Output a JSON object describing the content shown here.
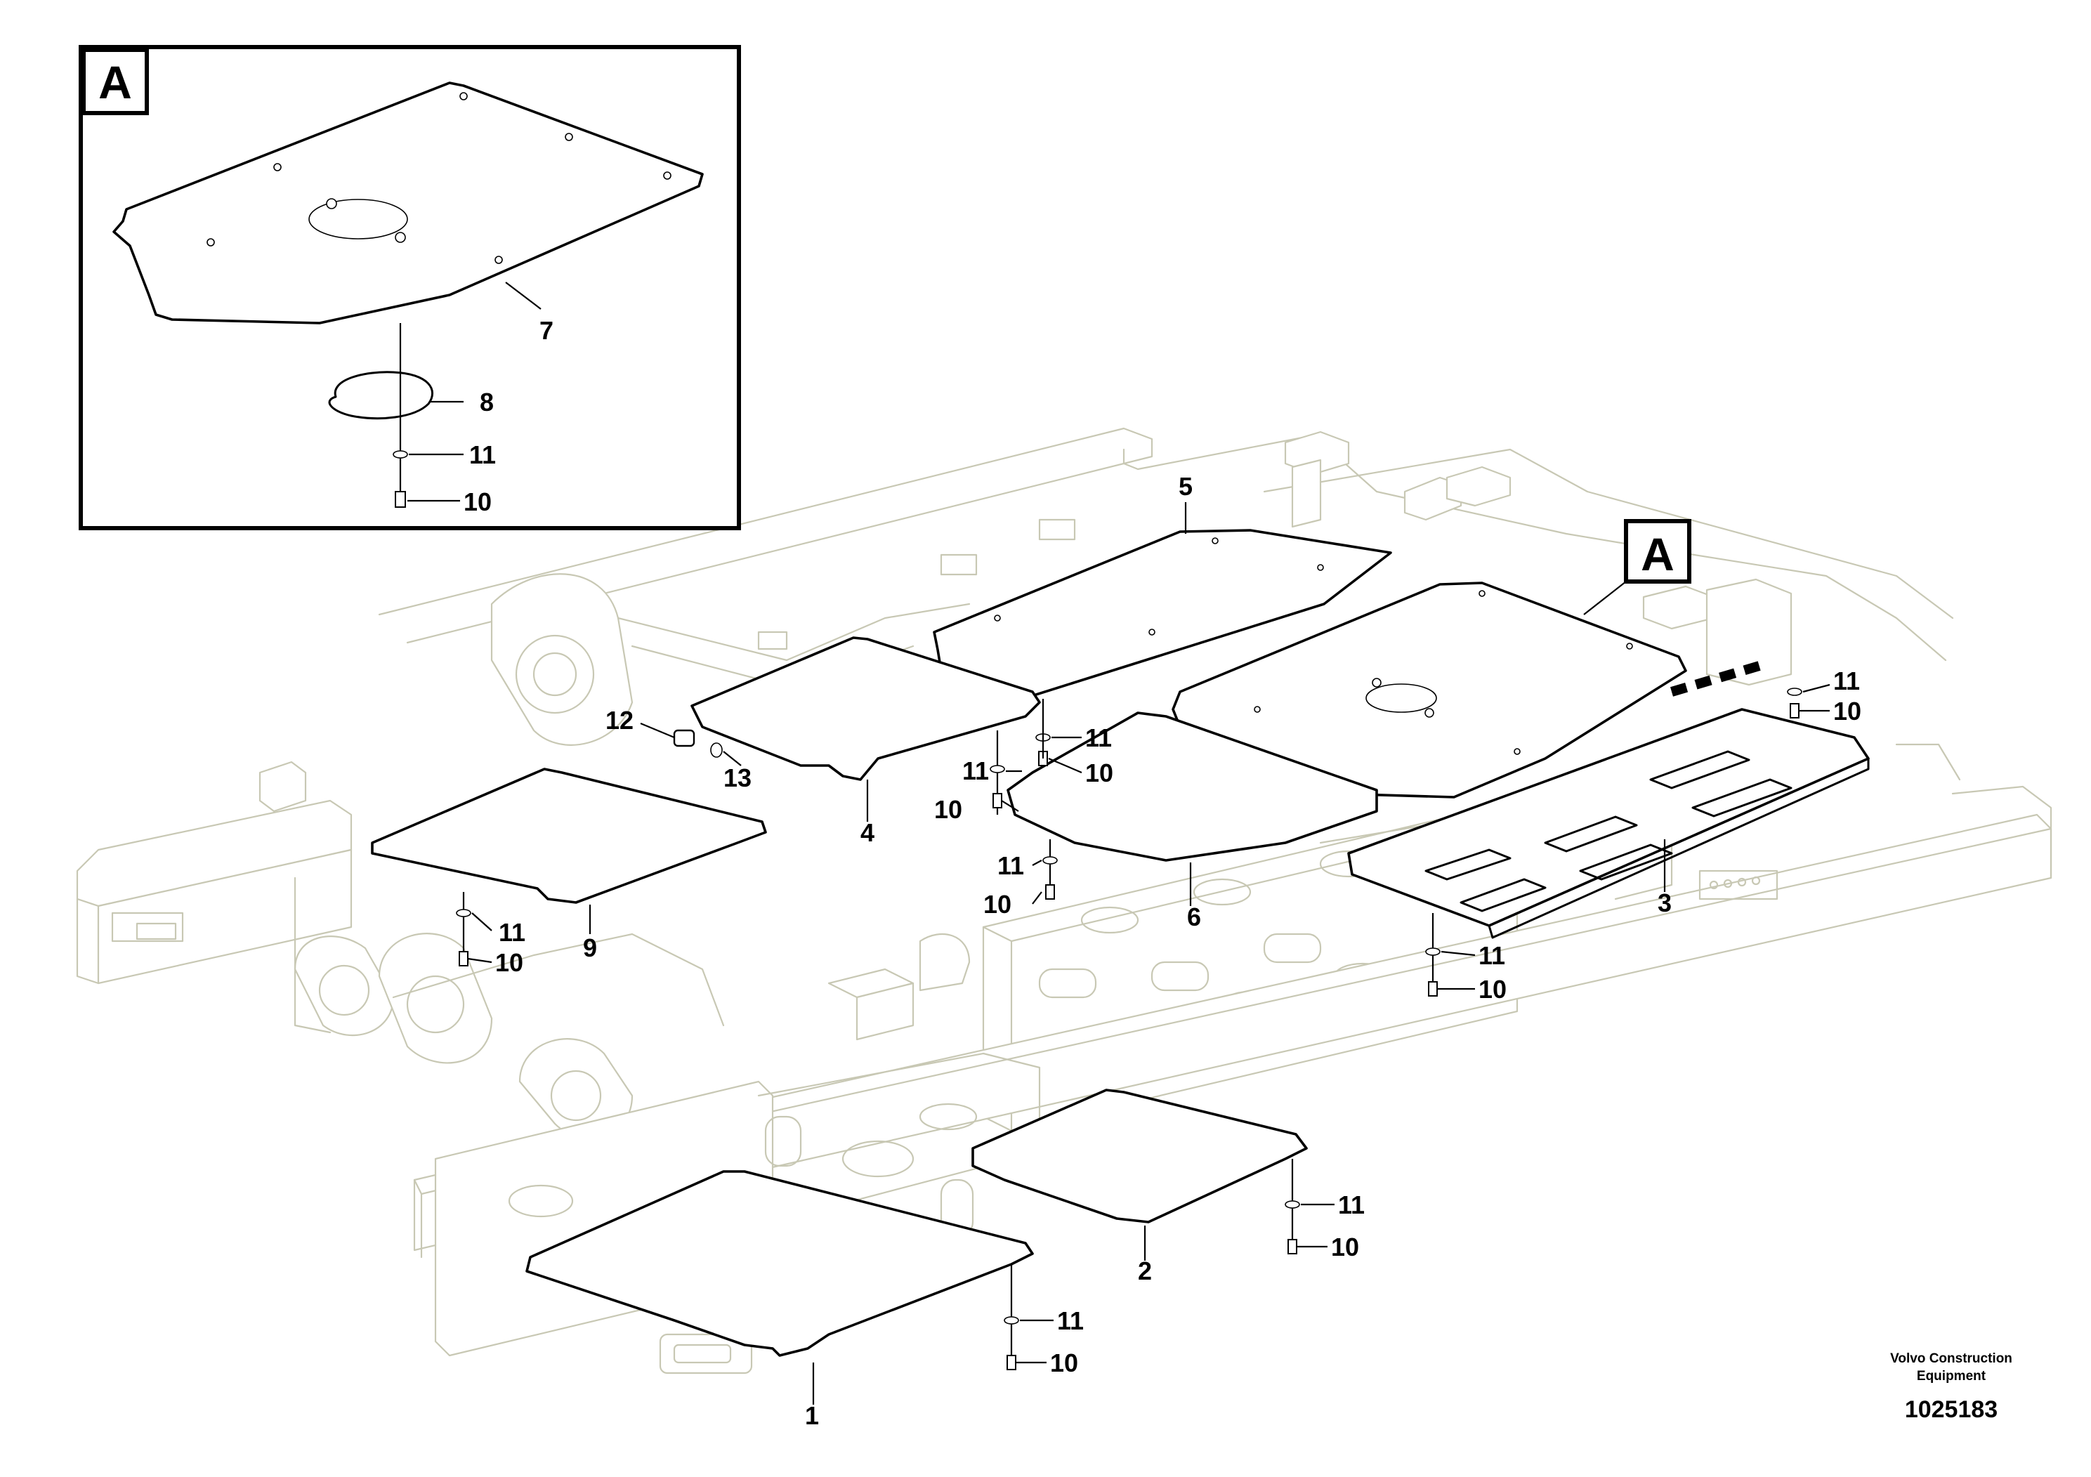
{
  "detail_view": {
    "letter": "A"
  },
  "detail_marker": {
    "letter": "A"
  },
  "callouts": {
    "c1": "1",
    "c2": "2",
    "c3": "3",
    "c4": "4",
    "c5": "5",
    "c6": "6",
    "c7": "7",
    "c8": "8",
    "c9": "9",
    "c10": "10",
    "c11": "11",
    "c12": "12",
    "c13": "13"
  },
  "footer": {
    "company_line1": "Volvo Construction",
    "company_line2": "Equipment",
    "drawing_number": "1025183"
  },
  "colors": {
    "frame": "#c8c8b4",
    "parts": "#000000",
    "background": "#ffffff"
  }
}
